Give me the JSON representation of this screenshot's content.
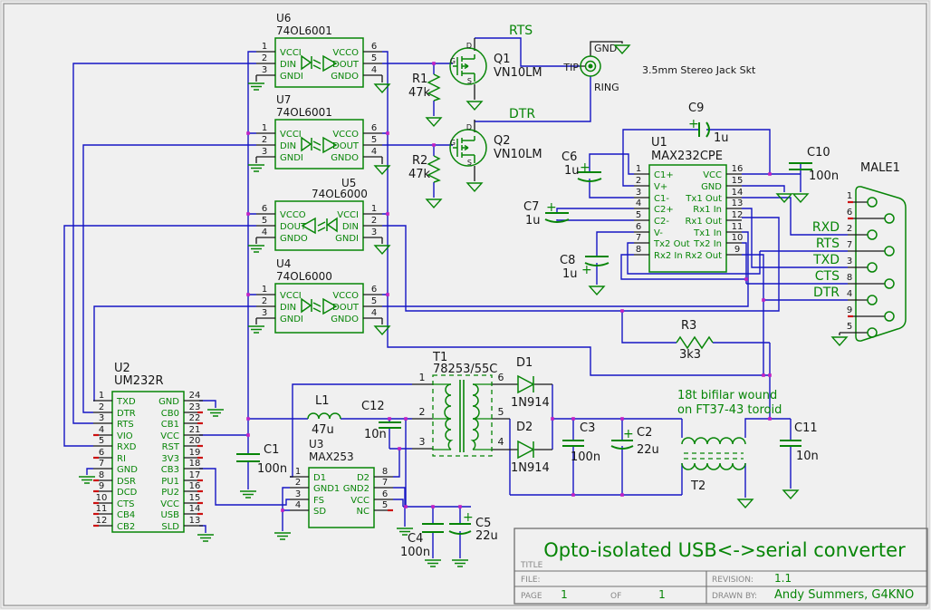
{
  "title_block": {
    "title": "Opto-isolated USB<->serial converter",
    "title_label": "TITLE",
    "file_label": "FILE:",
    "page_label": "PAGE",
    "page": "1",
    "of_label": "OF",
    "of": "1",
    "revision_label": "REVISION:",
    "revision": "1.1",
    "drawn_by_label": "DRAWN BY:",
    "drawn_by": "Andy Summers, G4KNO"
  },
  "net_labels": {
    "rts": "RTS",
    "dtr": "DTR"
  },
  "symbols": {
    "plus": "+"
  },
  "jack": {
    "note": "3.5mm Stereo Jack Skt",
    "tip": "TIP",
    "ring": "RING",
    "gnd": "GND"
  },
  "transistors": {
    "q1": {
      "ref": "Q1",
      "part": "VN10LM"
    },
    "q2": {
      "ref": "Q2",
      "part": "VN10LM"
    },
    "pin_d": "D",
    "pin_g": "G",
    "pin_s": "S"
  },
  "resistors": {
    "r1": {
      "ref": "R1",
      "value": "47k"
    },
    "r2": {
      "ref": "R2",
      "value": "47k"
    },
    "r3": {
      "ref": "R3",
      "value": "3k3"
    }
  },
  "capacitors": {
    "c1": {
      "ref": "C1",
      "value": "100n"
    },
    "c2": {
      "ref": "C2",
      "value": "22u"
    },
    "c3": {
      "ref": "C3",
      "value": "100n"
    },
    "c4": {
      "ref": "C4",
      "value": "100n"
    },
    "c5": {
      "ref": "C5",
      "value": "22u"
    },
    "c6": {
      "ref": "C6",
      "value": "1u"
    },
    "c7": {
      "ref": "C7",
      "value": "1u"
    },
    "c8": {
      "ref": "C8",
      "value": "1u"
    },
    "c9": {
      "ref": "C9",
      "value": "1u"
    },
    "c10": {
      "ref": "C10",
      "value": "100n"
    },
    "c11": {
      "ref": "C11",
      "value": "10n"
    },
    "c12": {
      "ref": "C12",
      "value": "10n"
    }
  },
  "inductor": {
    "ref": "L1",
    "value": "47u"
  },
  "diodes": {
    "d1": {
      "ref": "D1",
      "value": "1N914"
    },
    "d2": {
      "ref": "D2",
      "value": "1N914"
    }
  },
  "transformers": {
    "t1": {
      "ref": "T1",
      "part": "78253/55C",
      "pins": [
        "1",
        "2",
        "3",
        "6",
        "5",
        "4"
      ]
    },
    "t2": {
      "ref": "T2",
      "note_line1": "18t bifilar wound",
      "note_line2": "on FT37-43 toroid"
    }
  },
  "ics": {
    "u6": {
      "ref": "U6",
      "part": "74OL6001",
      "left": [
        {
          "n": "1",
          "name": "VCCI"
        },
        {
          "n": "2",
          "name": "DIN"
        },
        {
          "n": "3",
          "name": "GNDI"
        }
      ],
      "right": [
        {
          "n": "6",
          "name": "VCCO"
        },
        {
          "n": "5",
          "name": "DOUT"
        },
        {
          "n": "4",
          "name": "GNDO"
        }
      ]
    },
    "u7": {
      "ref": "U7",
      "part": "74OL6001",
      "left": [
        {
          "n": "1",
          "name": "VCCI"
        },
        {
          "n": "2",
          "name": "DIN"
        },
        {
          "n": "3",
          "name": "GNDI"
        }
      ],
      "right": [
        {
          "n": "6",
          "name": "VCCO"
        },
        {
          "n": "5",
          "name": "DOUT"
        },
        {
          "n": "4",
          "name": "GNDO"
        }
      ]
    },
    "u5": {
      "ref": "U5",
      "part": "74OL6000",
      "left": [
        {
          "n": "6",
          "name": "VCCO"
        },
        {
          "n": "5",
          "name": "DOUT"
        },
        {
          "n": "4",
          "name": "GNDO"
        }
      ],
      "right": [
        {
          "n": "1",
          "name": "VCCI"
        },
        {
          "n": "2",
          "name": "DIN"
        },
        {
          "n": "3",
          "name": "GNDI"
        }
      ]
    },
    "u4": {
      "ref": "U4",
      "part": "74OL6000",
      "left": [
        {
          "n": "1",
          "name": "VCCI"
        },
        {
          "n": "2",
          "name": "DIN"
        },
        {
          "n": "3",
          "name": "GNDI"
        }
      ],
      "right": [
        {
          "n": "6",
          "name": "VCCO"
        },
        {
          "n": "5",
          "name": "DOUT"
        },
        {
          "n": "4",
          "name": "GNDO"
        }
      ]
    },
    "u1": {
      "ref": "U1",
      "part": "MAX232CPE",
      "left": [
        {
          "n": "1",
          "name": "C1+"
        },
        {
          "n": "2",
          "name": "V+"
        },
        {
          "n": "3",
          "name": "C1-"
        },
        {
          "n": "4",
          "name": "C2+"
        },
        {
          "n": "5",
          "name": "C2-"
        },
        {
          "n": "6",
          "name": "V-"
        },
        {
          "n": "7",
          "name": "Tx2 Out"
        },
        {
          "n": "8",
          "name": "Rx2 In"
        }
      ],
      "right": [
        {
          "n": "16",
          "name": "VCC"
        },
        {
          "n": "15",
          "name": "GND"
        },
        {
          "n": "14",
          "name": "Tx1 Out"
        },
        {
          "n": "13",
          "name": "Rx1 In"
        },
        {
          "n": "12",
          "name": "Rx1 Out"
        },
        {
          "n": "11",
          "name": "Tx1 In"
        },
        {
          "n": "10",
          "name": "Tx2 In"
        },
        {
          "n": "9",
          "name": "Rx2 Out"
        }
      ]
    },
    "u2": {
      "ref": "U2",
      "part": "UM232R",
      "left": [
        {
          "n": "1",
          "name": "TXD"
        },
        {
          "n": "2",
          "name": "DTR"
        },
        {
          "n": "3",
          "name": "RTS"
        },
        {
          "n": "4",
          "name": "VIO",
          "nc": true
        },
        {
          "n": "5",
          "name": "RXD"
        },
        {
          "n": "6",
          "name": "RI",
          "nc": true
        },
        {
          "n": "7",
          "name": "GND"
        },
        {
          "n": "8",
          "name": "DSR",
          "nc": true
        },
        {
          "n": "9",
          "name": "DCD",
          "nc": true
        },
        {
          "n": "10",
          "name": "CTS",
          "nc": true
        },
        {
          "n": "11",
          "name": "CB4",
          "nc": true
        },
        {
          "n": "12",
          "name": "CB2",
          "nc": true
        }
      ],
      "right": [
        {
          "n": "24",
          "name": "GND"
        },
        {
          "n": "23",
          "name": "CB0",
          "nc": true
        },
        {
          "n": "22",
          "name": "CB1",
          "nc": true
        },
        {
          "n": "21",
          "name": "VCC"
        },
        {
          "n": "20",
          "name": "RST",
          "nc": true
        },
        {
          "n": "19",
          "name": "3V3",
          "nc": true
        },
        {
          "n": "18",
          "name": "CB3"
        },
        {
          "n": "17",
          "name": "PU1",
          "nc": true
        },
        {
          "n": "16",
          "name": "PU2",
          "nc": true
        },
        {
          "n": "15",
          "name": "VCC",
          "nc": true
        },
        {
          "n": "14",
          "name": "USB",
          "nc": true
        },
        {
          "n": "13",
          "name": "SLD"
        }
      ]
    },
    "u3": {
      "ref": "U3",
      "part": "MAX253",
      "left": [
        {
          "n": "1",
          "name": "D1"
        },
        {
          "n": "2",
          "name": "GND1"
        },
        {
          "n": "3",
          "name": "FS"
        },
        {
          "n": "4",
          "name": "SD"
        }
      ],
      "right": [
        {
          "n": "8",
          "name": "D2"
        },
        {
          "n": "7",
          "name": "GND2"
        },
        {
          "n": "6",
          "name": "VCC"
        },
        {
          "n": "5",
          "name": "NC",
          "nc": true
        }
      ]
    }
  },
  "connector": {
    "ref": "MALE1",
    "pins": [
      {
        "n": "1",
        "nc": true
      },
      {
        "n": "6",
        "nc": true
      },
      {
        "n": "2",
        "label": "RXD"
      },
      {
        "n": "7",
        "label": "RTS"
      },
      {
        "n": "3",
        "label": "TXD"
      },
      {
        "n": "8",
        "label": "CTS"
      },
      {
        "n": "4",
        "label": "DTR"
      },
      {
        "n": "9",
        "nc": true
      },
      {
        "n": "5"
      }
    ]
  },
  "colors": {
    "component": "#078507",
    "wire": "#1616c4",
    "nc": "#cc1111",
    "junction": "#c41fc4",
    "background": "#f0f0f0"
  }
}
